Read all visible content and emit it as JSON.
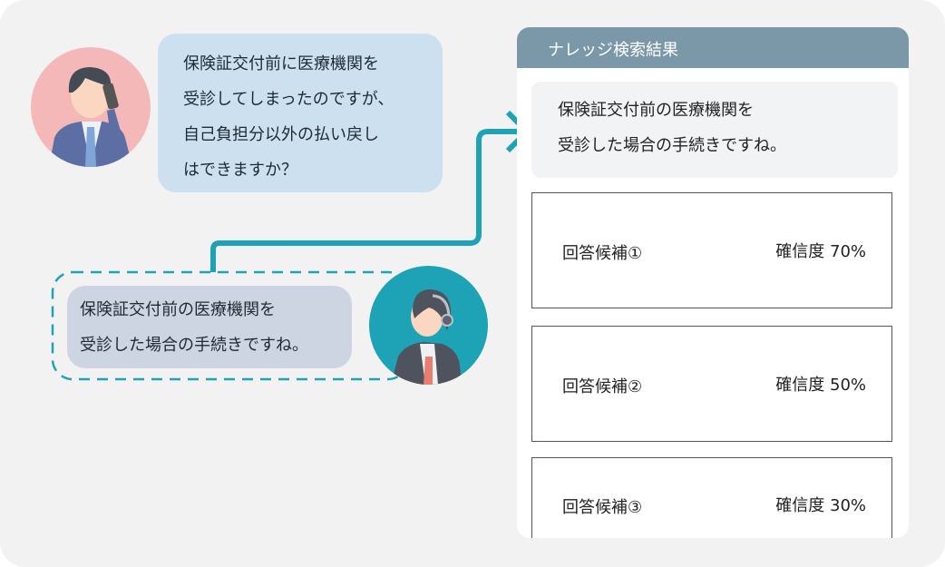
{
  "customer": {
    "lines": [
      "保険証交付前に医療機関を",
      "受診してしまったのですが、",
      "自己負担分以外の払い戻し",
      "はできますか？"
    ]
  },
  "operator": {
    "lines": [
      "保険証交付前の医療機関を",
      "受診した場合の手続きですね。"
    ]
  },
  "panel": {
    "title": "ナレッジ検索結果",
    "summary": [
      "保険証交付前の医療機関を",
      "受診した場合の手続きですね。"
    ],
    "candidates": [
      {
        "label": "回答候補①",
        "confidence": "確信度  70%"
      },
      {
        "label": "回答候補②",
        "confidence": "確信度  50%"
      },
      {
        "label": "回答候補③",
        "confidence": "確信度  30%"
      }
    ]
  },
  "colors": {
    "accent": "#1ea2b5",
    "header": "#7b98a8",
    "customer_bubble": "#cce0f0",
    "operator_bubble": "#cdd5e3"
  }
}
